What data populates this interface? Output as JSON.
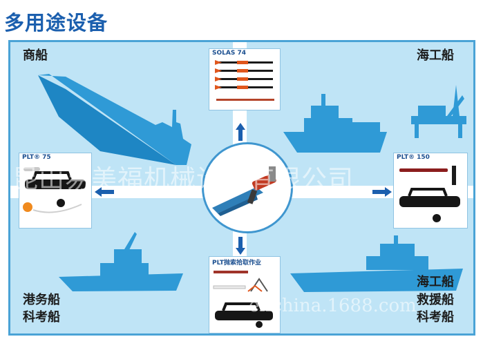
{
  "page": {
    "title": "多用途设备"
  },
  "quadrants": {
    "merchant": "商船",
    "offshore": "海工船",
    "harbour_line1": "港务船",
    "harbour_line2": "科考船",
    "salvage_line1": "海工船",
    "salvage_line2": "救援船",
    "salvage_line3": "科考船"
  },
  "cards": {
    "top": "SOLAS 74",
    "left": "PLT® 75",
    "right": "PLT® 150",
    "bottom": "PLT抛索拾取作业"
  },
  "watermarks": {
    "company": "昆山易美福机械设备有限公司",
    "site": "eifchina.1688.com"
  },
  "colors": {
    "title": "#1b5fae",
    "panel": "#bfe4f6",
    "ship": "#2f9ad6",
    "accent": "#3f96cf"
  }
}
